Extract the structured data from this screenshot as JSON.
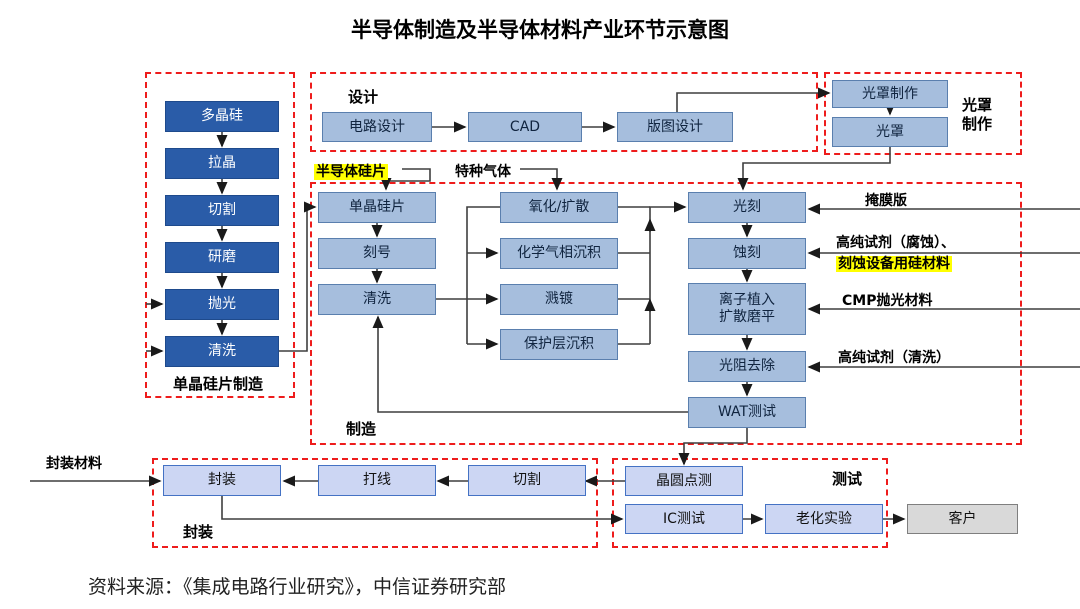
{
  "title": "半导体制造及半导体材料产业环节示意图",
  "source": "资料来源：《集成电路行业研究》，中信证券研究部",
  "colors": {
    "dark_box": "#2a5ca8",
    "mid_box": "#a6bedd",
    "light_box": "#ccd6f3",
    "customer_box": "#d9d9d9",
    "dashed_border": "#ee1c1c",
    "highlight": "#ffff00",
    "wire": "#3f3f3f"
  },
  "sections": {
    "wafer": {
      "label": "单晶硅片制造",
      "boxes": [
        "多晶硅",
        "拉晶",
        "切割",
        "研磨",
        "抛光",
        "清洗"
      ]
    },
    "design": {
      "label": "设计",
      "boxes": [
        "电路设计",
        "CAD",
        "版图设计"
      ]
    },
    "mask": {
      "label_line1": "光罩",
      "label_line2": "制作",
      "boxes": [
        "光罩制作",
        "光罩"
      ]
    },
    "mfg": {
      "label": "制造",
      "colA": [
        "单晶硅片",
        "刻号",
        "清洗"
      ],
      "colB": [
        "氧化/扩散",
        "化学气相沉积",
        "溅镀",
        "保护层沉积"
      ],
      "colC": [
        "光刻",
        "蚀刻",
        "光阻去除",
        "WAT测试"
      ],
      "ion_implant": {
        "line1": "离子植入",
        "line2": "扩散磨平"
      }
    },
    "package": {
      "label": "封装",
      "boxes": [
        "封装",
        "打线",
        "切割"
      ]
    },
    "test": {
      "label": "测试",
      "boxes": [
        "晶圆点测",
        "IC测试",
        "老化实验"
      ],
      "customer": "客户"
    }
  },
  "annotations": {
    "semiconductor_wafer": "半导体硅片",
    "special_gas": "特种气体",
    "mask_plate": "掩膜版",
    "reagent_etch": "高纯试剂（腐蚀）、",
    "etch_silicon": "刻蚀设备用硅材料",
    "cmp_material": "CMP抛光材料",
    "reagent_clean": "高纯试剂（清洗）",
    "package_material": "封装材料"
  }
}
